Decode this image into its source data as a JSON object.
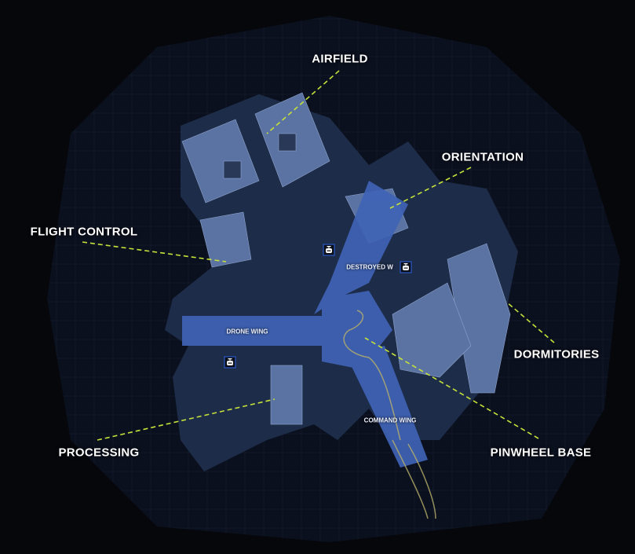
{
  "colors": {
    "background": "#06070b",
    "map_base": "#1d2c48",
    "building": "#5a73a3",
    "wing": "#3f63b5",
    "leader_line": "#c6e23a",
    "marker_border": "#2f62e0"
  },
  "zones": [
    {
      "id": "airfield",
      "label": "AIRFIELD"
    },
    {
      "id": "orientation",
      "label": "ORIENTATION"
    },
    {
      "id": "flight-control",
      "label": "FLIGHT CONTROL"
    },
    {
      "id": "dormitories",
      "label": "DORMITORIES"
    },
    {
      "id": "processing",
      "label": "PROCESSING"
    },
    {
      "id": "pinwheel-base",
      "label": "PINWHEEL BASE"
    }
  ],
  "sub_areas": [
    {
      "id": "drone-wing",
      "label": "DRONE WING"
    },
    {
      "id": "destroyed-wing",
      "label": "DESTROYED W"
    },
    {
      "id": "command-wing",
      "label": "COMMAND WING"
    }
  ],
  "markers": [
    {
      "icon": "drone-icon"
    },
    {
      "icon": "drone-icon"
    },
    {
      "icon": "drone-icon"
    }
  ]
}
